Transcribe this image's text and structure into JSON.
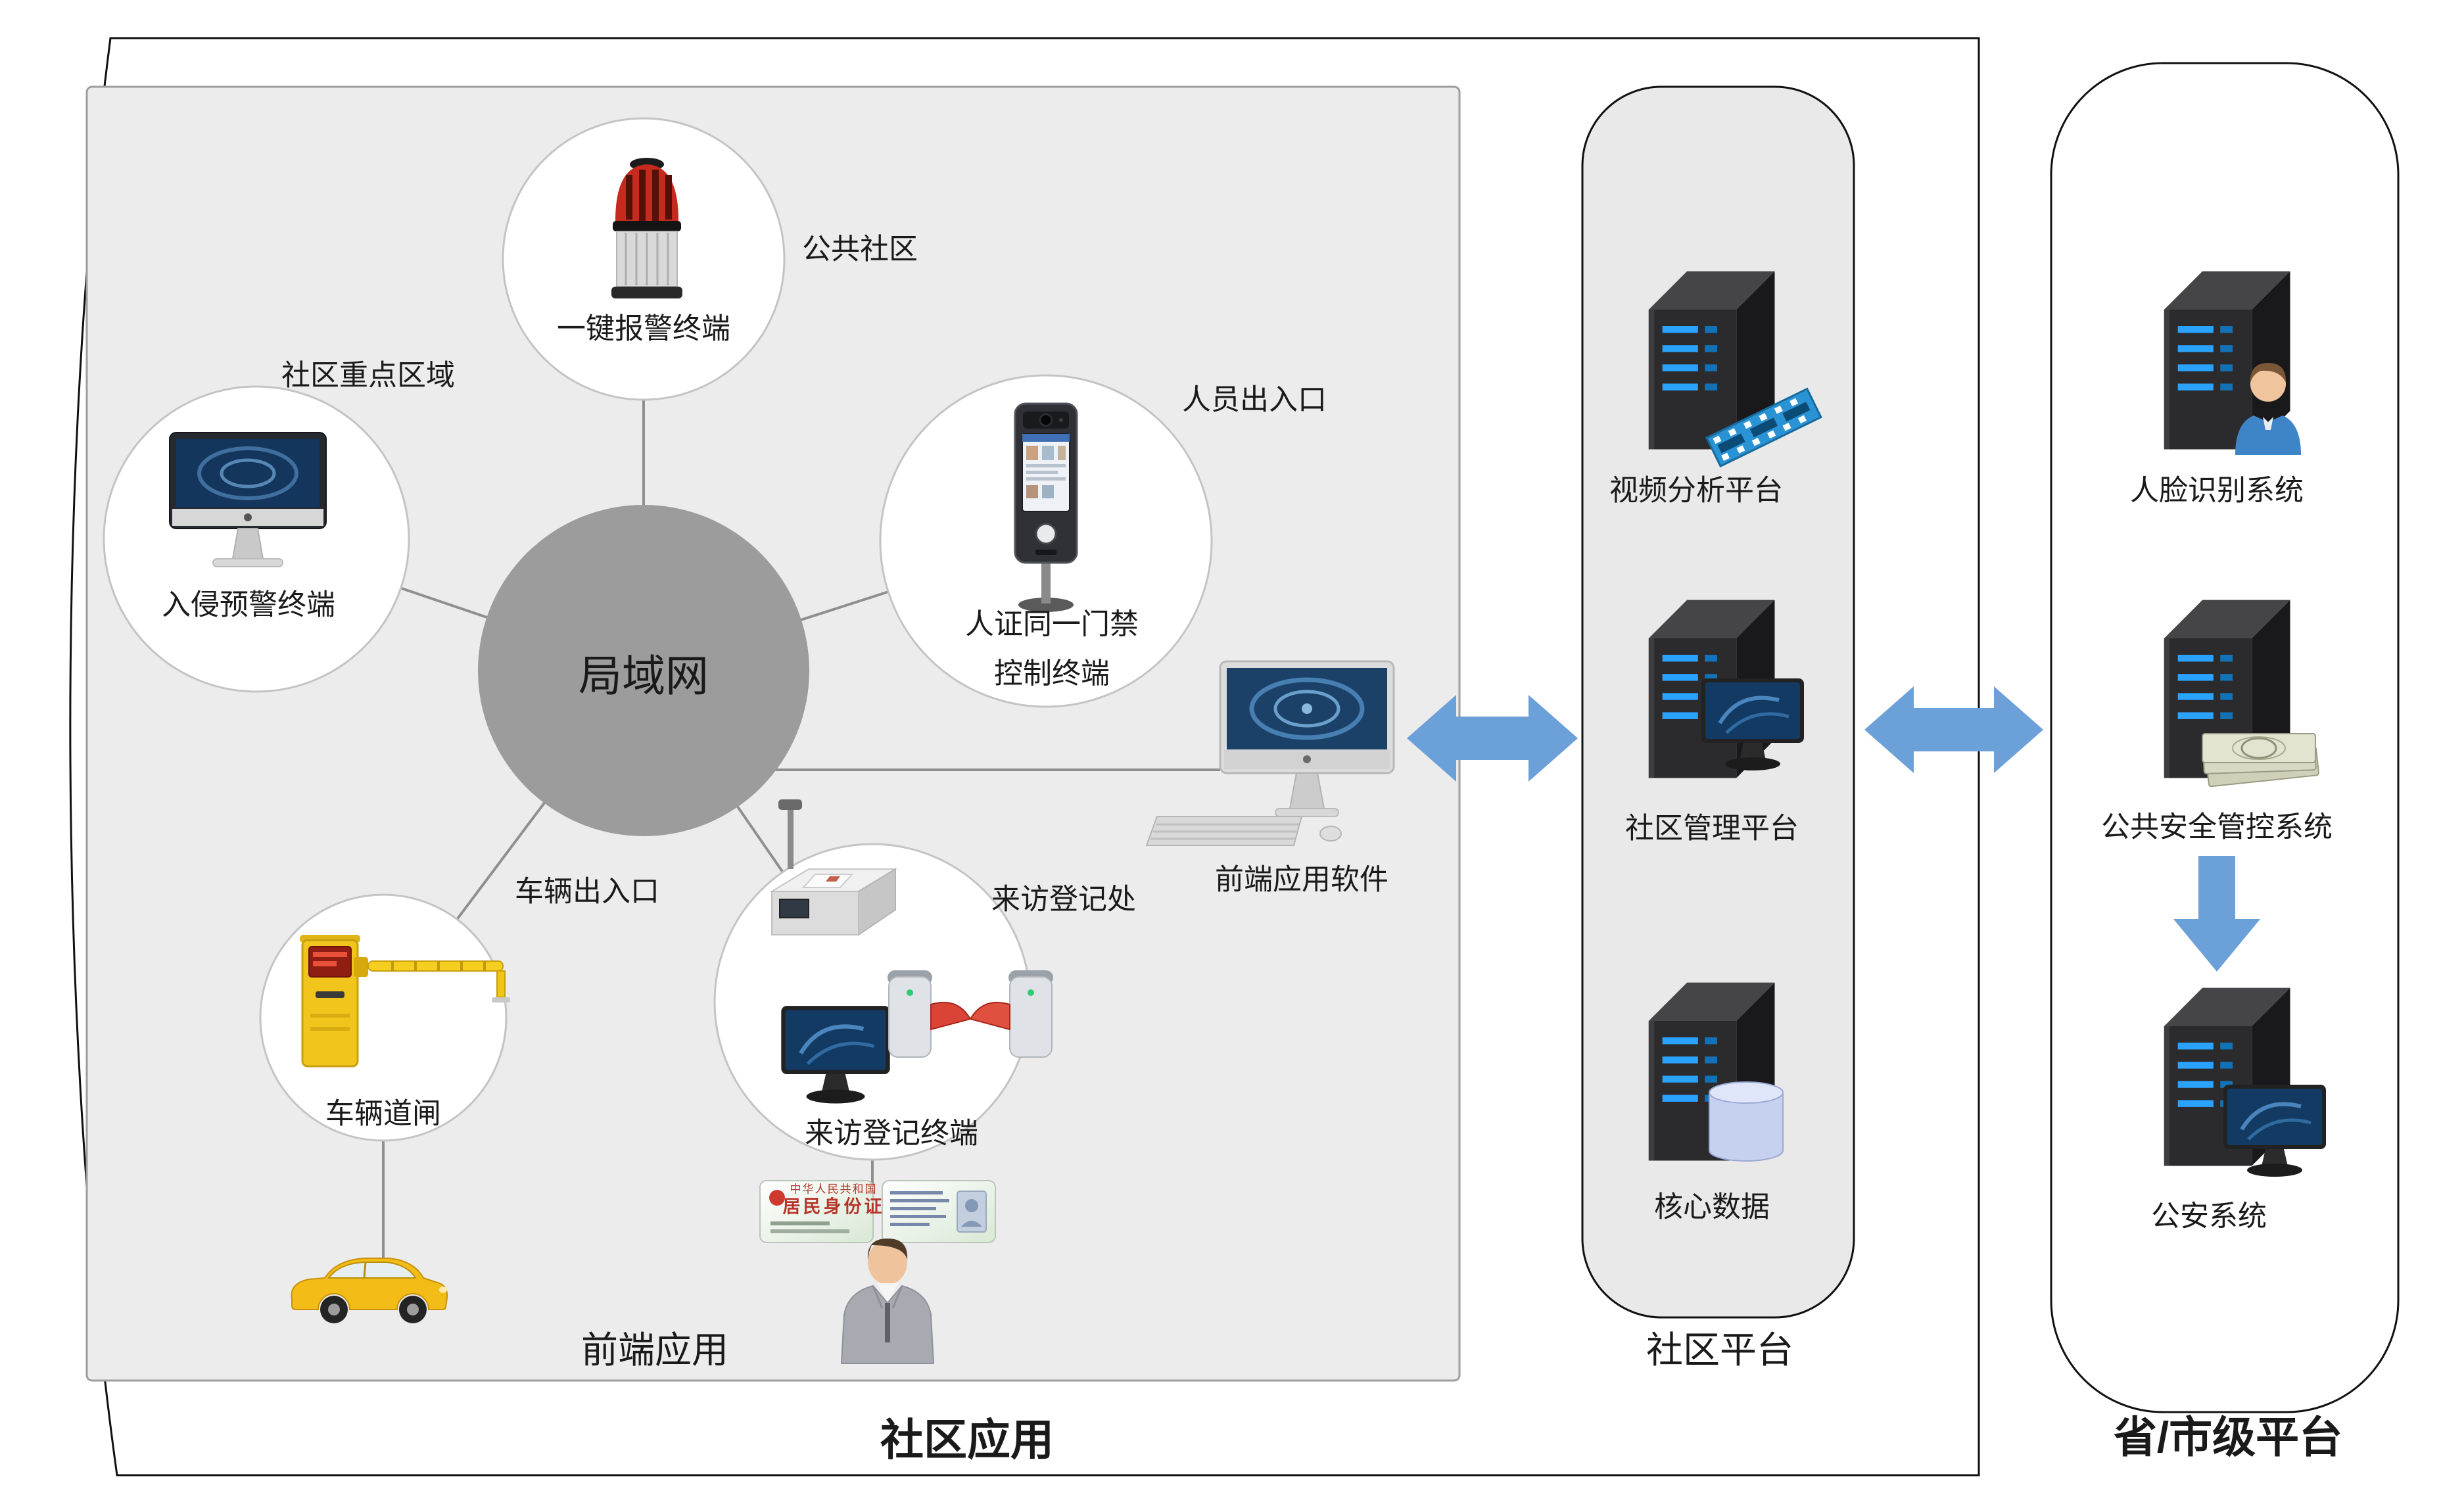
{
  "colors": {
    "panel_gray": "#ececec",
    "platform_gray": "#e9e9e9",
    "lan_gray": "#9c9c9c",
    "arrow_blue": "#6CA0D8"
  },
  "left_panel": {
    "title": "社区应用",
    "frontend_area_label": "前端应用",
    "lan_label": "局域网",
    "frontend_software_label": "前端应用软件",
    "nodes": {
      "alarm": {
        "label": "一键报警终端",
        "tag": "公共社区"
      },
      "intrusion": {
        "label": "入侵预警终端",
        "tag": "社区重点区域"
      },
      "access": {
        "label1": "人证同一门禁",
        "label2": "控制终端",
        "tag": "人员出入口"
      },
      "vehicle": {
        "label": "车辆道闸",
        "tag": "车辆出入口"
      },
      "visitor": {
        "label": "来访登记终端",
        "tag": "来访登记处"
      }
    },
    "id_card": {
      "line1": "中华人民共和国",
      "line2": "居民身份证"
    }
  },
  "middle_panel": {
    "title": "社区平台",
    "items": [
      {
        "label": "视频分析平台"
      },
      {
        "label": "社区管理平台"
      },
      {
        "label": "核心数据"
      }
    ]
  },
  "right_panel": {
    "title": "省/市级平台",
    "items": [
      {
        "label": "人脸识别系统"
      },
      {
        "label": "公共安全管控系统"
      },
      {
        "label": "公安系统"
      }
    ]
  }
}
